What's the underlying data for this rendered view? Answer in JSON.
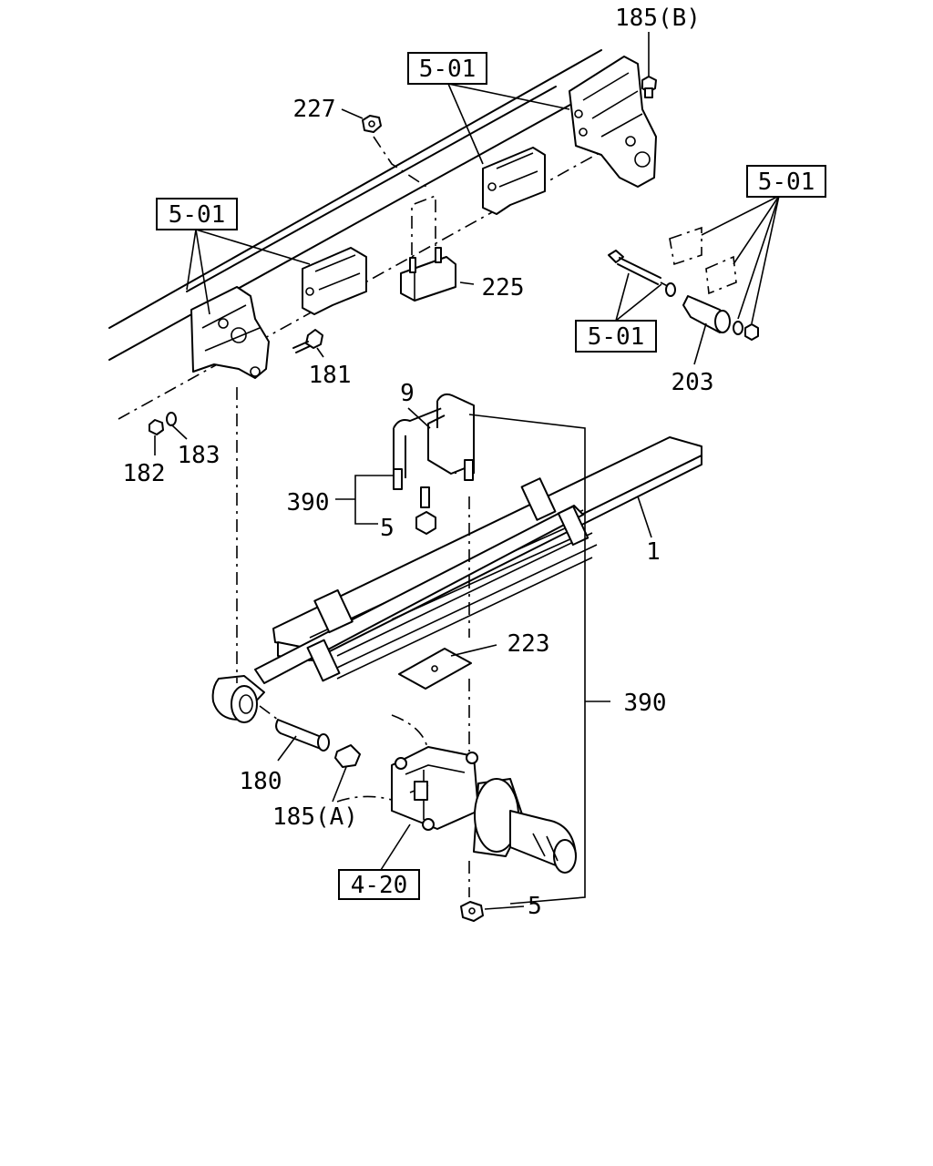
{
  "callouts": {
    "c185b": "185(B)",
    "c227": "227",
    "ref501_top": "5-01",
    "ref501_left": "5-01",
    "ref501_right": "5-01",
    "ref501_mid": "5-01",
    "c225": "225",
    "c181": "181",
    "c182": "182",
    "c183": "183",
    "c203": "203",
    "c9": "9",
    "c390_left": "390",
    "c5_small": "5",
    "c1": "1",
    "c223": "223",
    "c390_right": "390",
    "c180": "180",
    "c185a": "185(A)",
    "ref420": "4-20",
    "c5_bottom": "5"
  }
}
